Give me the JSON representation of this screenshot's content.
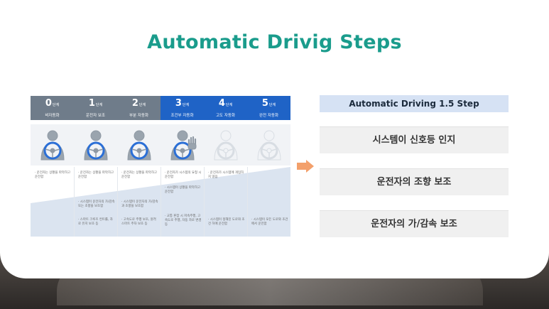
{
  "slide": {
    "title": "Automatic Drivig Steps"
  },
  "levels": [
    {
      "num": "0",
      "unit": "단계",
      "label": "비자동화",
      "style": "gray",
      "driver": "active",
      "texts": [
        "· 운전자는 상황을 파악하고 운전함",
        "",
        ""
      ]
    },
    {
      "num": "1",
      "unit": "단계",
      "label": "운전자 보조",
      "style": "gray",
      "driver": "active",
      "texts": [
        "· 운전자는 상황을 파악하고 운전함",
        "· 시스템이 운전자의 가/감속 또는 조향을 보조함",
        "· 스마트 크루즈 컨트롤, 차로 유지 보조 등"
      ]
    },
    {
      "num": "2",
      "unit": "단계",
      "label": "부분 자동화",
      "style": "gray",
      "driver": "active",
      "texts": [
        "· 운전자는 상황을 파악하고 운전함",
        "· 시스템이 운전자의 가/감속과 조향을 보조함",
        "· 고속도로 주행 보조, 원격 스마트 주차 보조 등"
      ]
    },
    {
      "num": "3",
      "unit": "단계",
      "label": "조건부 자동화",
      "style": "blue",
      "driver": "hands-up",
      "texts": [
        "· 운전자가 시스템의 요청 시 운전함",
        "· 시스템이 상황을 파악하고 운전함",
        "· 교통 혼잡 시 저속주행, 고속도로 주행, 자동 차로 변경 등"
      ]
    },
    {
      "num": "4",
      "unit": "단계",
      "label": "고도 자동화",
      "style": "blue",
      "driver": "faded",
      "texts": [
        "· 운전자가 시스템에 개입하지 않음",
        "",
        "· 시스템이 정해진 도로와 조건 하에 운전함"
      ]
    },
    {
      "num": "5",
      "unit": "단계",
      "label": "완전 자동화",
      "style": "blue",
      "driver": "faded",
      "texts": [
        "",
        "",
        "· 시스템이 모든 도로와 조건에서 운전함"
      ]
    }
  ],
  "panel": {
    "header": "Automatic Driving 1.5 Step",
    "features": [
      "시스템이 신호등 인지",
      "운전자의 조향 보조",
      "운전자의 가/감속 보조"
    ]
  },
  "colors": {
    "title": "#1a9c8c",
    "header_gray": "#6f7c8a",
    "header_blue": "#1f63c6",
    "arrow": "#f3a06b",
    "panel_header_bg": "#d6e2f4"
  },
  "icons": [
    "driver-icon",
    "steering-wheel-icon",
    "right-arrow-icon"
  ]
}
